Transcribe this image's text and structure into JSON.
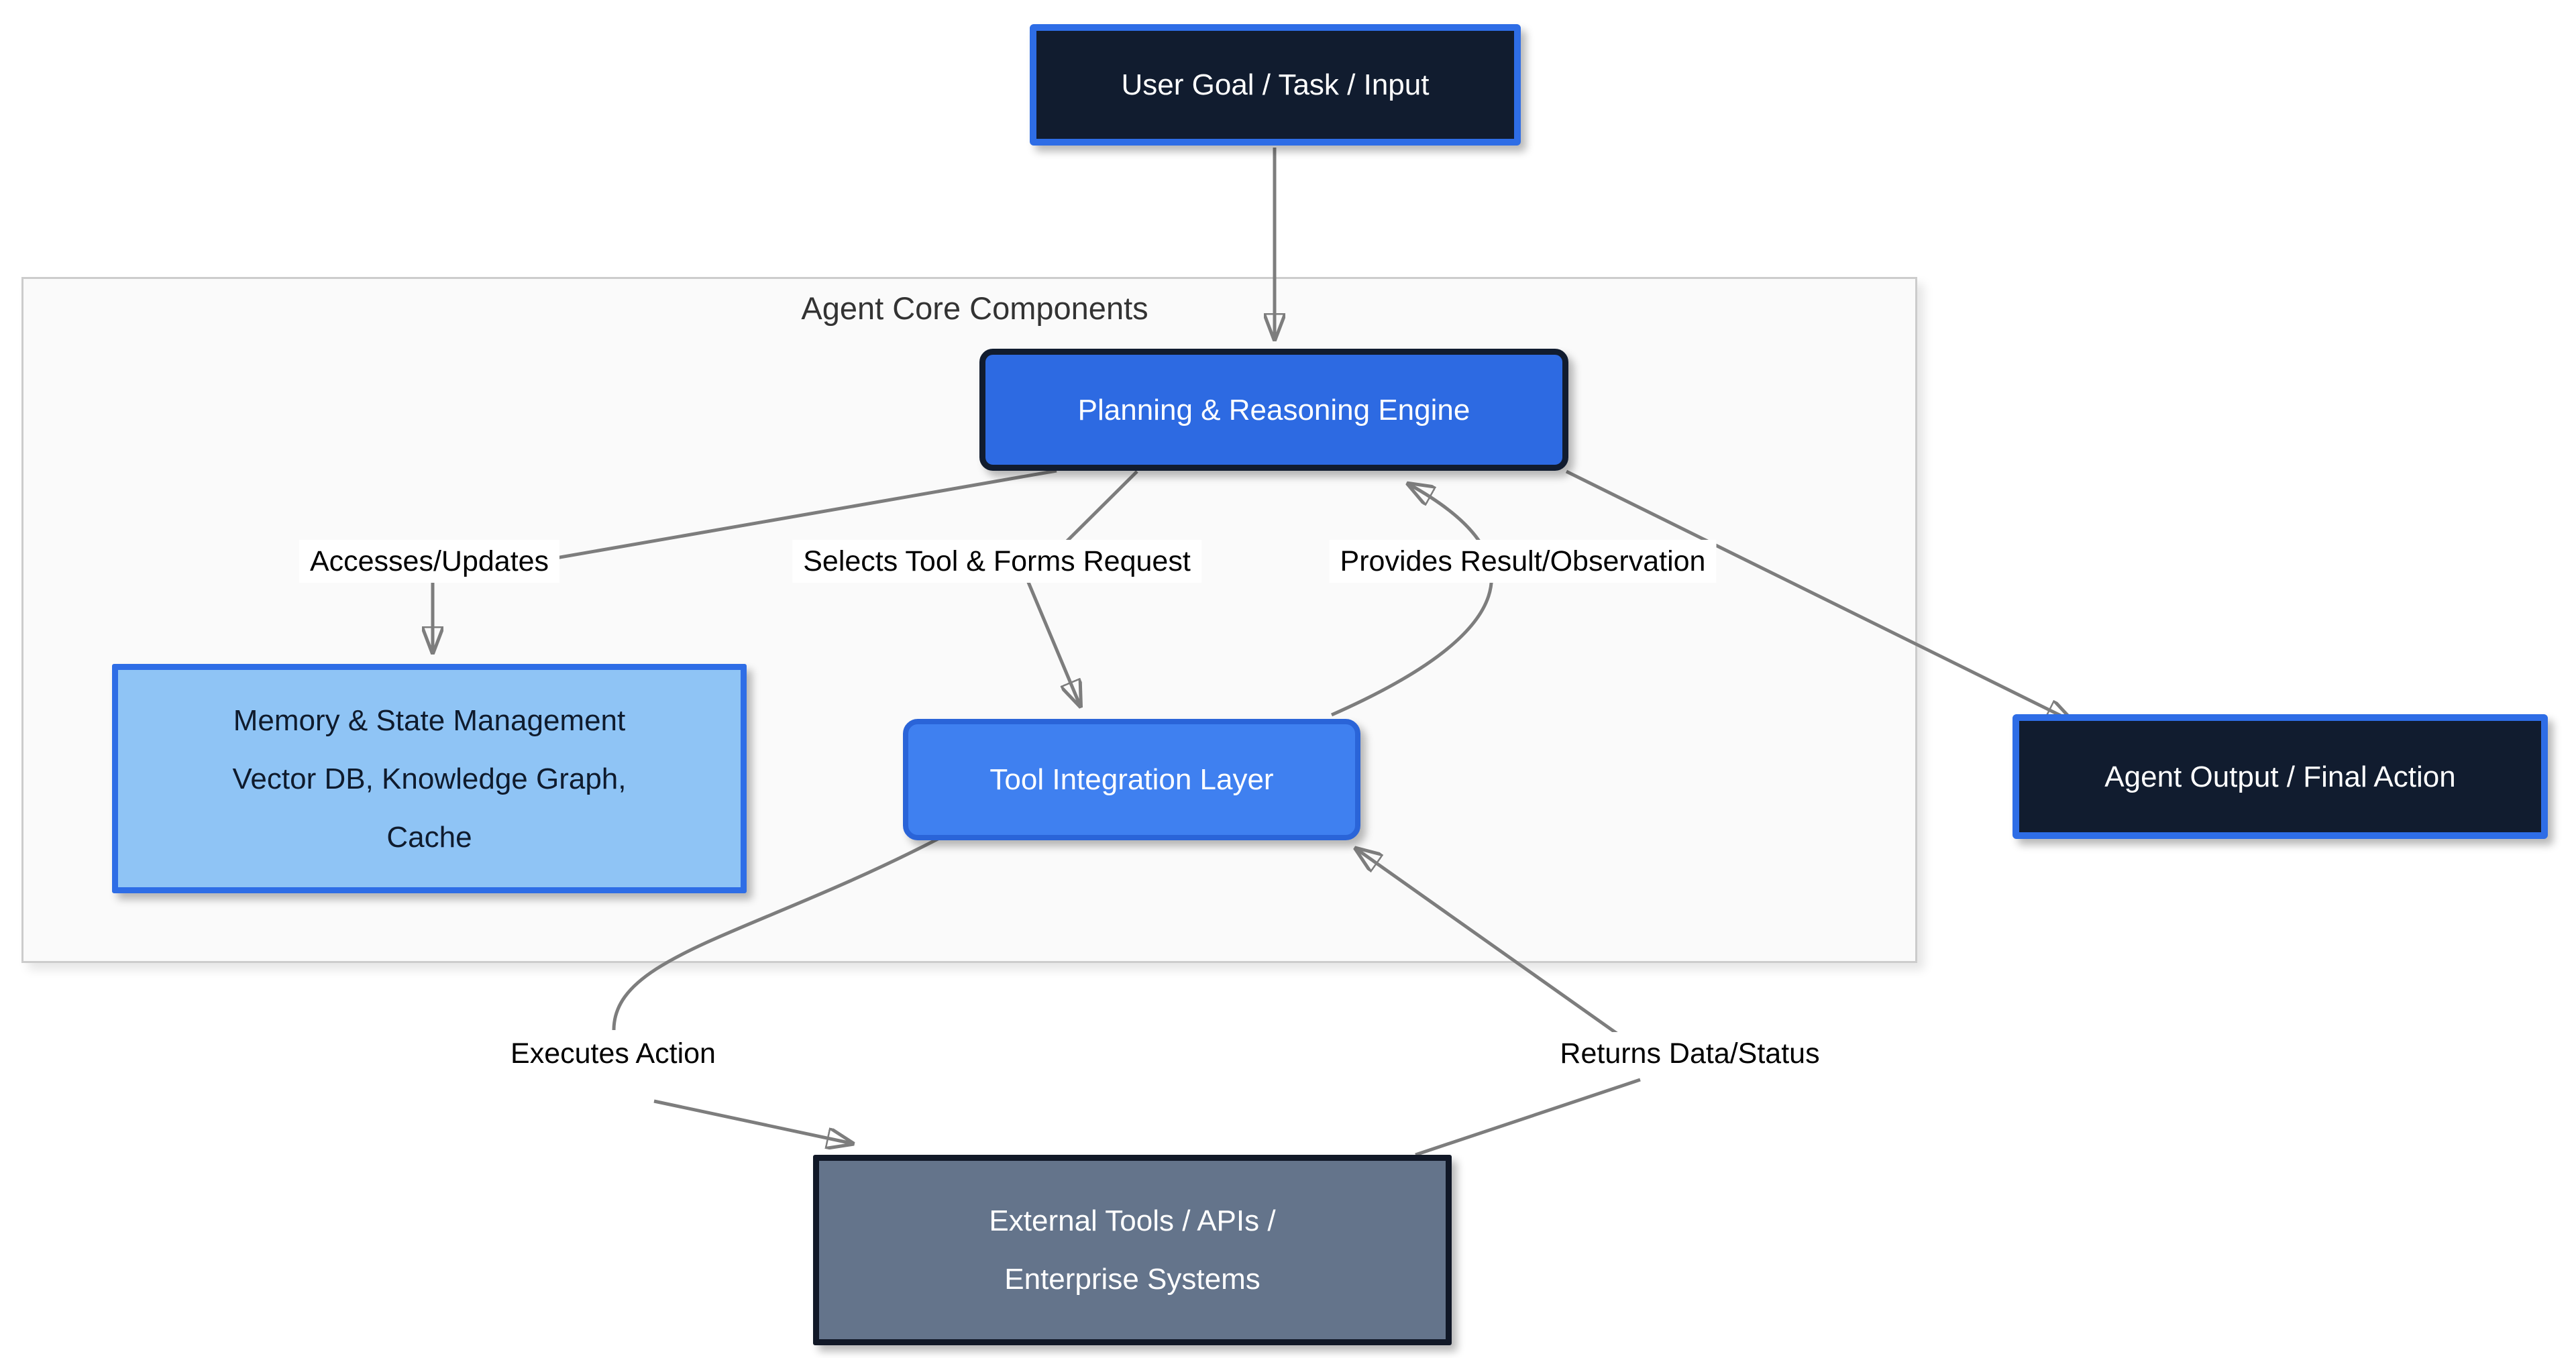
{
  "diagram": {
    "container_title": "Agent Core Components",
    "nodes": {
      "user_goal": {
        "label": "User Goal / Task / Input"
      },
      "planning": {
        "label": "Planning & Reasoning Engine"
      },
      "memory": {
        "lines": [
          "Memory & State Management",
          "Vector DB, Knowledge Graph,",
          "Cache"
        ]
      },
      "tool_layer": {
        "label": "Tool Integration Layer"
      },
      "agent_output": {
        "label": "Agent Output / Final Action"
      },
      "external": {
        "lines": [
          "External Tools / APIs /",
          "Enterprise Systems"
        ]
      }
    },
    "edge_labels": {
      "accesses": "Accesses/Updates",
      "selects": "Selects Tool & Forms Request",
      "provides": "Provides Result/Observation",
      "executes": "Executes Action",
      "returns": "Returns Data/Status"
    },
    "colors": {
      "dark_node_fill": "#111c2f",
      "blue_border": "#2e6de6",
      "planning_fill": "#2d6ae2",
      "tool_fill": "#3f80f0",
      "memory_fill": "#8fc4f5",
      "external_fill": "#64748b",
      "external_border": "#111827",
      "container_fill": "#fafafa",
      "container_border": "#cccccc",
      "edge_stroke": "#7d7d7d",
      "edge_label_text": "#000000",
      "node_text_light": "#ffffff",
      "node_text_dark": "#0f1b2d"
    }
  }
}
